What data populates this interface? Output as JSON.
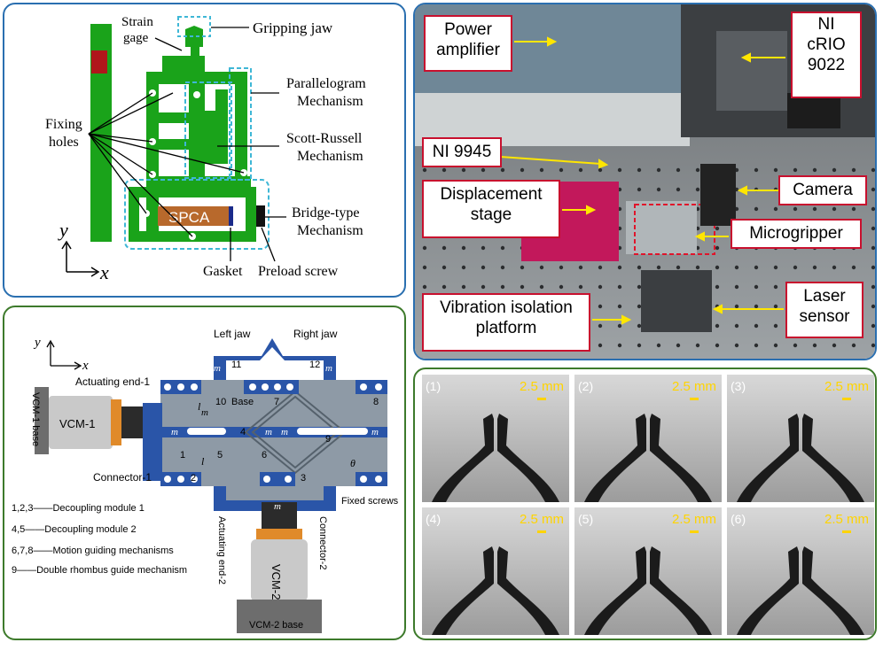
{
  "panel_a": {
    "labels": {
      "strain_gage": "Strain\ngage",
      "gripping_jaw": "Gripping jaw",
      "parallelogram": "Parallelogram\nMechanism",
      "scott_russell": "Scott-Russell\nMechanism",
      "fixing_holes": "Fixing\nholes",
      "bridge_type": "Bridge-type\nMechanism",
      "spca": "SPCA",
      "gasket": "Gasket",
      "preload_screw": "Preload screw",
      "axis_y": "y",
      "axis_x": "x"
    },
    "colors": {
      "body": "#1aa31a",
      "strain": "#b0161b",
      "spca": "#b8692c",
      "dashed": "#3fb7d6"
    }
  },
  "panel_b": {
    "labels": {
      "axis_y": "y",
      "axis_x": "x",
      "left_jaw": "Left jaw",
      "right_jaw": "Right jaw",
      "actuating_end_1": "Actuating end-1",
      "connector_1": "Connector-1",
      "vcm1": "VCM-1",
      "vcm1_base": "VCM-1 base",
      "vcm2": "VCM-2",
      "vcm2_base": "VCM-2 base",
      "actuating_end_2": "Actuating end-2",
      "connector_2": "Connector-2",
      "fixed_screws": "Fixed screws",
      "base": "Base",
      "theta": "θ",
      "l1": "l",
      "l2": "l",
      "m1": "m",
      "m2": "m",
      "m3": "m",
      "m4": "m",
      "num_1": "1",
      "num_2": "2",
      "num_3": "3",
      "num_4": "4",
      "num_5": "5",
      "num_6": "6",
      "num_7": "7",
      "num_8": "8",
      "num_9": "9",
      "num_10": "10",
      "num_11": "11",
      "num_12": "12"
    },
    "legend": [
      "1,2,3——Decoupling module 1",
      "4,5——Decoupling module 2",
      "6,7,8——Motion guiding mechanisms",
      "9——Double rhombus guide mechanism"
    ],
    "colors": {
      "frame": "#2a55a8",
      "plate": "#8e9aa6",
      "vcm_orange": "#e08a2a"
    }
  },
  "panel_c": {
    "labels": {
      "power_amplifier": "Power\namplifier",
      "ni_crio": "NI\ncRIO\n9022",
      "ni_9945": "NI 9945",
      "displacement_stage": "Displacement\nstage",
      "camera": "Camera",
      "microgripper": "Microgripper",
      "vibration": "Vibration isolation\nplatform",
      "laser_sensor": "Laser\nsensor"
    },
    "colors": {
      "box_border": "#c8102e",
      "arrow": "#ffe600"
    }
  },
  "panel_d": {
    "frames": [
      {
        "index": "(1)",
        "scale": "2.5 mm"
      },
      {
        "index": "(2)",
        "scale": "2.5 mm"
      },
      {
        "index": "(3)",
        "scale": "2.5 mm"
      },
      {
        "index": "(4)",
        "scale": "2.5 mm"
      },
      {
        "index": "(5)",
        "scale": "2.5 mm"
      },
      {
        "index": "(6)",
        "scale": "2.5 mm"
      }
    ],
    "colors": {
      "scale": "#ffd400",
      "bg_top": "#d8d8d8",
      "bg_bottom": "#9c9c9c"
    }
  }
}
